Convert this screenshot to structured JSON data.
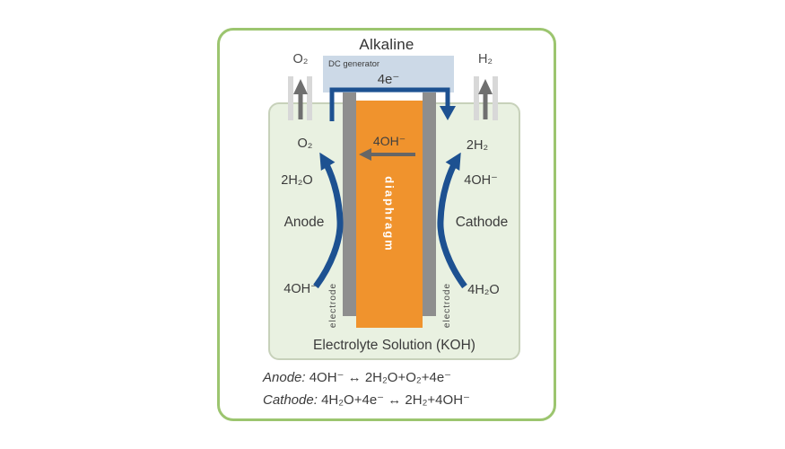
{
  "colors": {
    "card-border": "#9cc56f",
    "container-bg": "#e9f1e1",
    "container-border": "#c7d1ba",
    "diaphragm-orange": "#f0932d",
    "electrode-gray": "#8e8e8e",
    "tube-gray": "#d8d8d8",
    "generator-bg": "#ccd9e7",
    "wire-blue": "#1d5191",
    "arrow-gray": "#666666",
    "text-dark": "#3b3b3b",
    "text-white": "#ffffff"
  },
  "title": "Alkaline",
  "generator": {
    "label": "DC generator",
    "electrons": "4e⁻"
  },
  "outlets": {
    "oxygen": "O₂",
    "hydrogen": "H₂"
  },
  "cell": {
    "diaphragm": "diaphragm",
    "oh_transport": "4OH⁻",
    "electrode_left": "electrode",
    "electrode_right": "electrode"
  },
  "anode": {
    "gas": "O₂",
    "water": "2H₂O",
    "name": "Anode",
    "ion": "4OH⁻"
  },
  "cathode": {
    "gas": "2H₂",
    "ion": "4OH⁻",
    "name": "Cathode",
    "water": "4H₂O"
  },
  "solution": "Electrolyte Solution (KOH)",
  "equations": [
    {
      "label": "Anode:",
      "formula": "4OH⁻ ↔ 2H₂O+O₂+4e⁻"
    },
    {
      "label": "Cathode:",
      "formula": "4H₂O+4e⁻ ↔ 2H₂+4OH⁻"
    }
  ]
}
